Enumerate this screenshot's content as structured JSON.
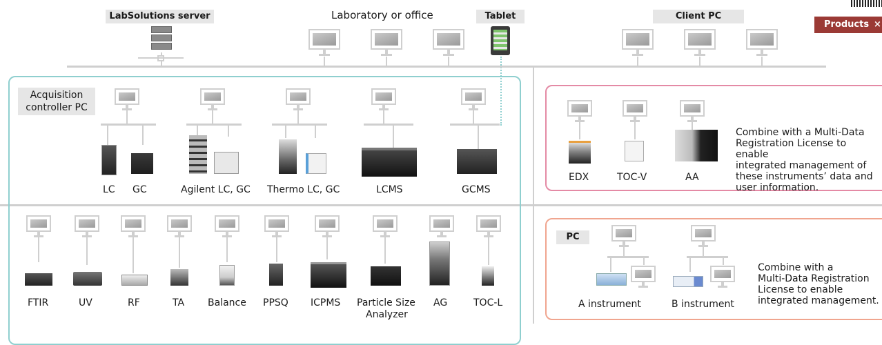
{
  "header": {
    "server_label": "LabSolutions server",
    "lab_label": "Laboratory or office",
    "tablet_label": "Tablet",
    "client_label": "Client PC"
  },
  "products_button": {
    "label": "Products",
    "close": "×"
  },
  "acquisition": {
    "label_line1": "Acquisition",
    "label_line2": "controller PC",
    "instruments": [
      "LC",
      "GC",
      "Agilent LC, GC",
      "Thermo LC, GC",
      "LCMS",
      "GCMS"
    ]
  },
  "multi_data_top": {
    "instruments": [
      "EDX",
      "TOC-V",
      "AA"
    ],
    "description": [
      "Combine with a Multi-Data",
      "Registration License to enable",
      "integrated management of",
      "these instruments’ data and",
      "user information."
    ]
  },
  "bottom_row": {
    "instruments": [
      "FTIR",
      "UV",
      "RF",
      "TA",
      "Balance",
      "PPSQ",
      "ICPMS",
      "Particle Size",
      "Analyzer",
      "AG",
      "TOC-L"
    ]
  },
  "multi_data_bottom": {
    "pc_label": "PC",
    "instruments": [
      "A instrument",
      "B instrument"
    ],
    "description": [
      "Combine with a",
      "Multi-Data Registration",
      "License to enable",
      "integrated management."
    ]
  },
  "colors": {
    "teal_border": "#8fcfcf",
    "pink_border": "#e48aa5",
    "salmon_border": "#f0a58f",
    "products_bg": "#9b3a35",
    "line_gray": "#cfcfcf",
    "tag_gray": "#e6e6e6"
  }
}
